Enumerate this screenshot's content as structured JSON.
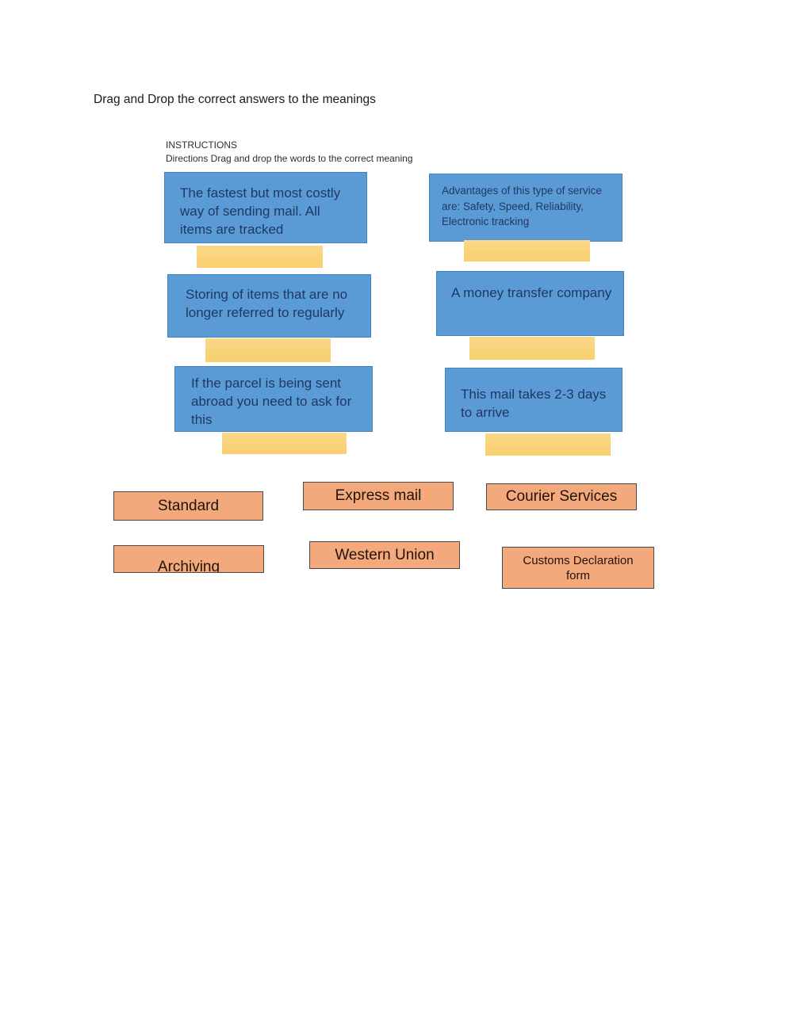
{
  "page": {
    "title": "Drag and Drop the correct answers to the meanings",
    "instructions_heading": "INSTRUCTIONS",
    "instructions_text": "Directions Drag and drop the words to the correct meaning"
  },
  "colors": {
    "definition_fill": "#5b9bd5",
    "definition_border": "#4384bf",
    "definition_text": "#1f3864",
    "drop_zone_top": "#fbd889",
    "drop_zone_bottom": "#f8cf6e",
    "answer_fill": "#f3a97b",
    "answer_border": "#4a4a4a",
    "answer_text": "#221309"
  },
  "definitions": [
    {
      "text": "The fastest but most costly way of sending mail.  All items are tracked"
    },
    {
      "text": "Advantages of this type of service are: Safety, Speed, Reliability, Electronic tracking"
    },
    {
      "text": "Storing of items that are no longer referred to regularly"
    },
    {
      "text": "A money transfer company"
    },
    {
      "text": "If the parcel is being sent abroad you need to ask for this"
    },
    {
      "text": "This mail takes 2-3 days to arrive"
    }
  ],
  "answers": [
    {
      "label": "Standard"
    },
    {
      "label": "Express mail"
    },
    {
      "label": "Courier Services"
    },
    {
      "label": "Archiving"
    },
    {
      "label": "Western Union"
    },
    {
      "label": "Customs Declaration form"
    }
  ]
}
